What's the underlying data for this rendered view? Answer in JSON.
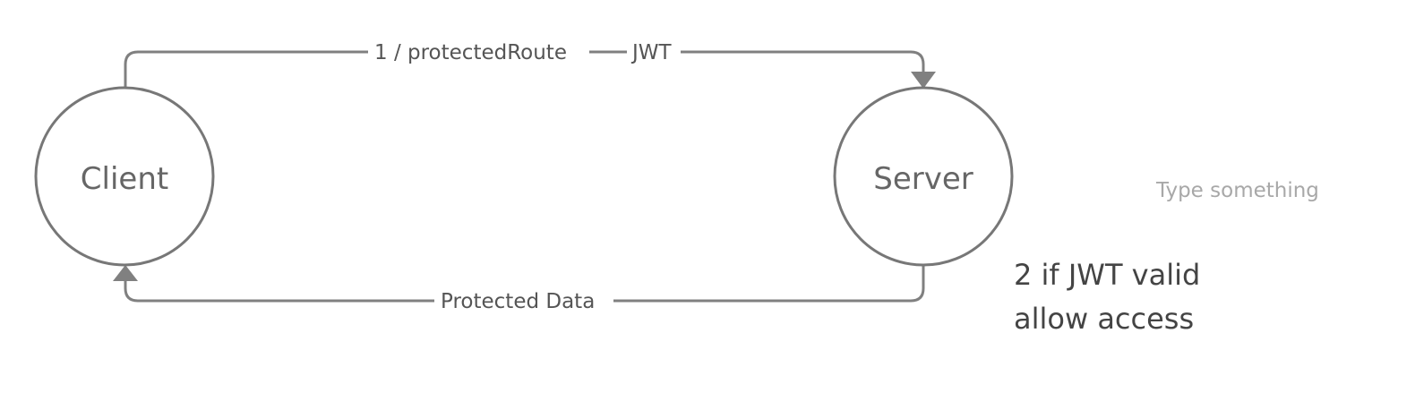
{
  "diagram": {
    "nodes": [
      {
        "id": "client",
        "label": "Client"
      },
      {
        "id": "server",
        "label": "Server"
      }
    ],
    "edges": [
      {
        "id": "request",
        "from": "client",
        "to": "server",
        "label_left": "1 / protectedRoute",
        "label_right": "JWT"
      },
      {
        "id": "response",
        "from": "server",
        "to": "client",
        "label": "Protected Data"
      }
    ],
    "notes": [
      {
        "id": "validation-note",
        "lines": [
          "2 if JWT valid",
          "allow access"
        ]
      }
    ],
    "placeholder_text": "Type something"
  },
  "colors": {
    "stroke": "#777777",
    "text": "#555555",
    "placeholder": "#a8a8a8"
  }
}
